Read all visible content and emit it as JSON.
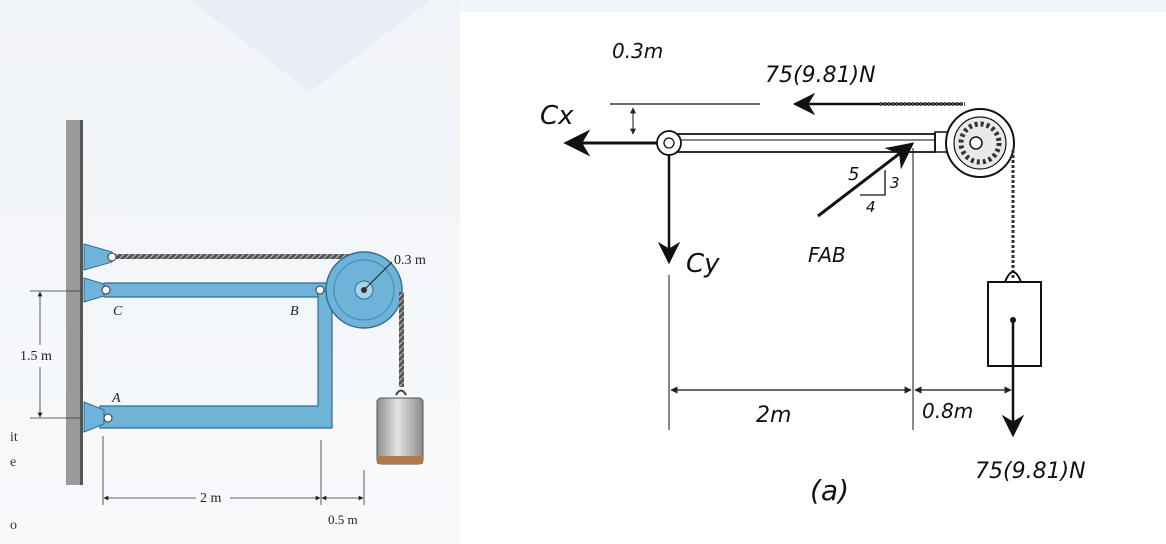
{
  "figure_left": {
    "labels": {
      "pulley_radius": "0.3 m",
      "point_c": "C",
      "point_b": "B",
      "point_a": "A",
      "height": "1.5 m",
      "length_ac": "2 m",
      "offset": "0.5 m"
    },
    "edge_fragments": [
      "it",
      "e",
      "o"
    ]
  },
  "figure_right": {
    "labels": {
      "pulley_offset": "0.3m",
      "tension_top": "75(9.81)N",
      "force_cx": "Cx",
      "force_cy": "Cy",
      "slope_hyp": "5",
      "slope_rise": "3",
      "slope_run": "4",
      "force_fab": "FAB",
      "dist_2m": "2m",
      "dist_08m": "0.8m",
      "weight": "75(9.81)N",
      "part_label": "(a)"
    }
  },
  "colors": {
    "member_blue": "#6fb4d8",
    "member_blue_dark": "#3c8fbf",
    "weight_gray": "#b9b9b9",
    "ink": "#111111"
  }
}
